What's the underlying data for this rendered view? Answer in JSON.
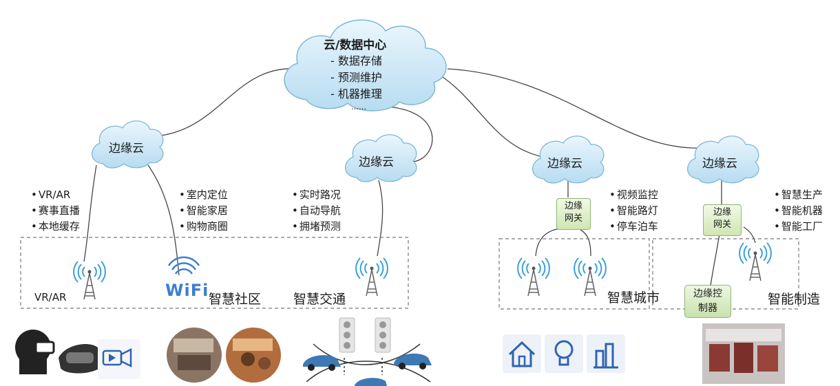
{
  "data_center": {
    "title": "云/数据中心",
    "items": [
      "- 数据存储",
      "- 预测维护",
      "- 机器推理"
    ],
    "ellipsis": "……"
  },
  "edge_clouds": {
    "c1": "边缘云",
    "c2": "边缘云",
    "c3": "边缘云",
    "c4": "边缘云"
  },
  "services": {
    "vr": [
      "VR/AR",
      "赛事直播",
      "本地缓存"
    ],
    "community": [
      "室内定位",
      "智能家居",
      "购物商圈"
    ],
    "traffic": [
      "实时路况",
      "自动导航",
      "拥堵预测"
    ],
    "city": [
      "视频监控",
      "智能路灯",
      "停车泊车"
    ],
    "manufacturing": [
      "智慧生产",
      "智能机器",
      "智能工厂"
    ]
  },
  "gateways": {
    "city": [
      "边缘",
      "网关"
    ],
    "manufacturing": [
      "边缘",
      "网关"
    ]
  },
  "controller": [
    "边缘控",
    "制器"
  ],
  "zones": {
    "vr_label": "VR/AR",
    "wifi": "WiFi",
    "community": "智慧社区",
    "traffic": "智慧交通",
    "city": "智慧城市",
    "manufacturing": "智能制造"
  },
  "colors": {
    "cloud_fill": "#cfe9f7",
    "cloud_stroke": "#7fb6d6",
    "gateway_fill": "#d8ecc3",
    "wifi_blue": "#3b7fd0",
    "icon_blue": "#2f63b0"
  }
}
